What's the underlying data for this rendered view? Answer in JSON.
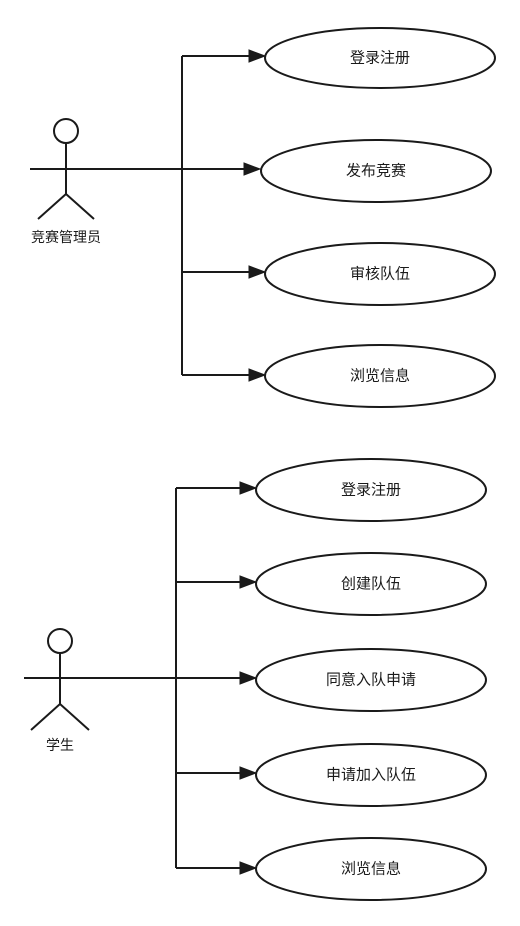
{
  "actors": {
    "admin": {
      "name": "竞赛管理员",
      "use_cases": [
        "登录注册",
        "发布竞赛",
        "审核队伍",
        "浏览信息"
      ]
    },
    "student": {
      "name": "学生",
      "use_cases": [
        "登录注册",
        "创建队伍",
        "同意入队申请",
        "申请加入队伍",
        "浏览信息"
      ]
    }
  },
  "colors": {
    "stroke": "#1a1a1a",
    "background": "#ffffff"
  }
}
